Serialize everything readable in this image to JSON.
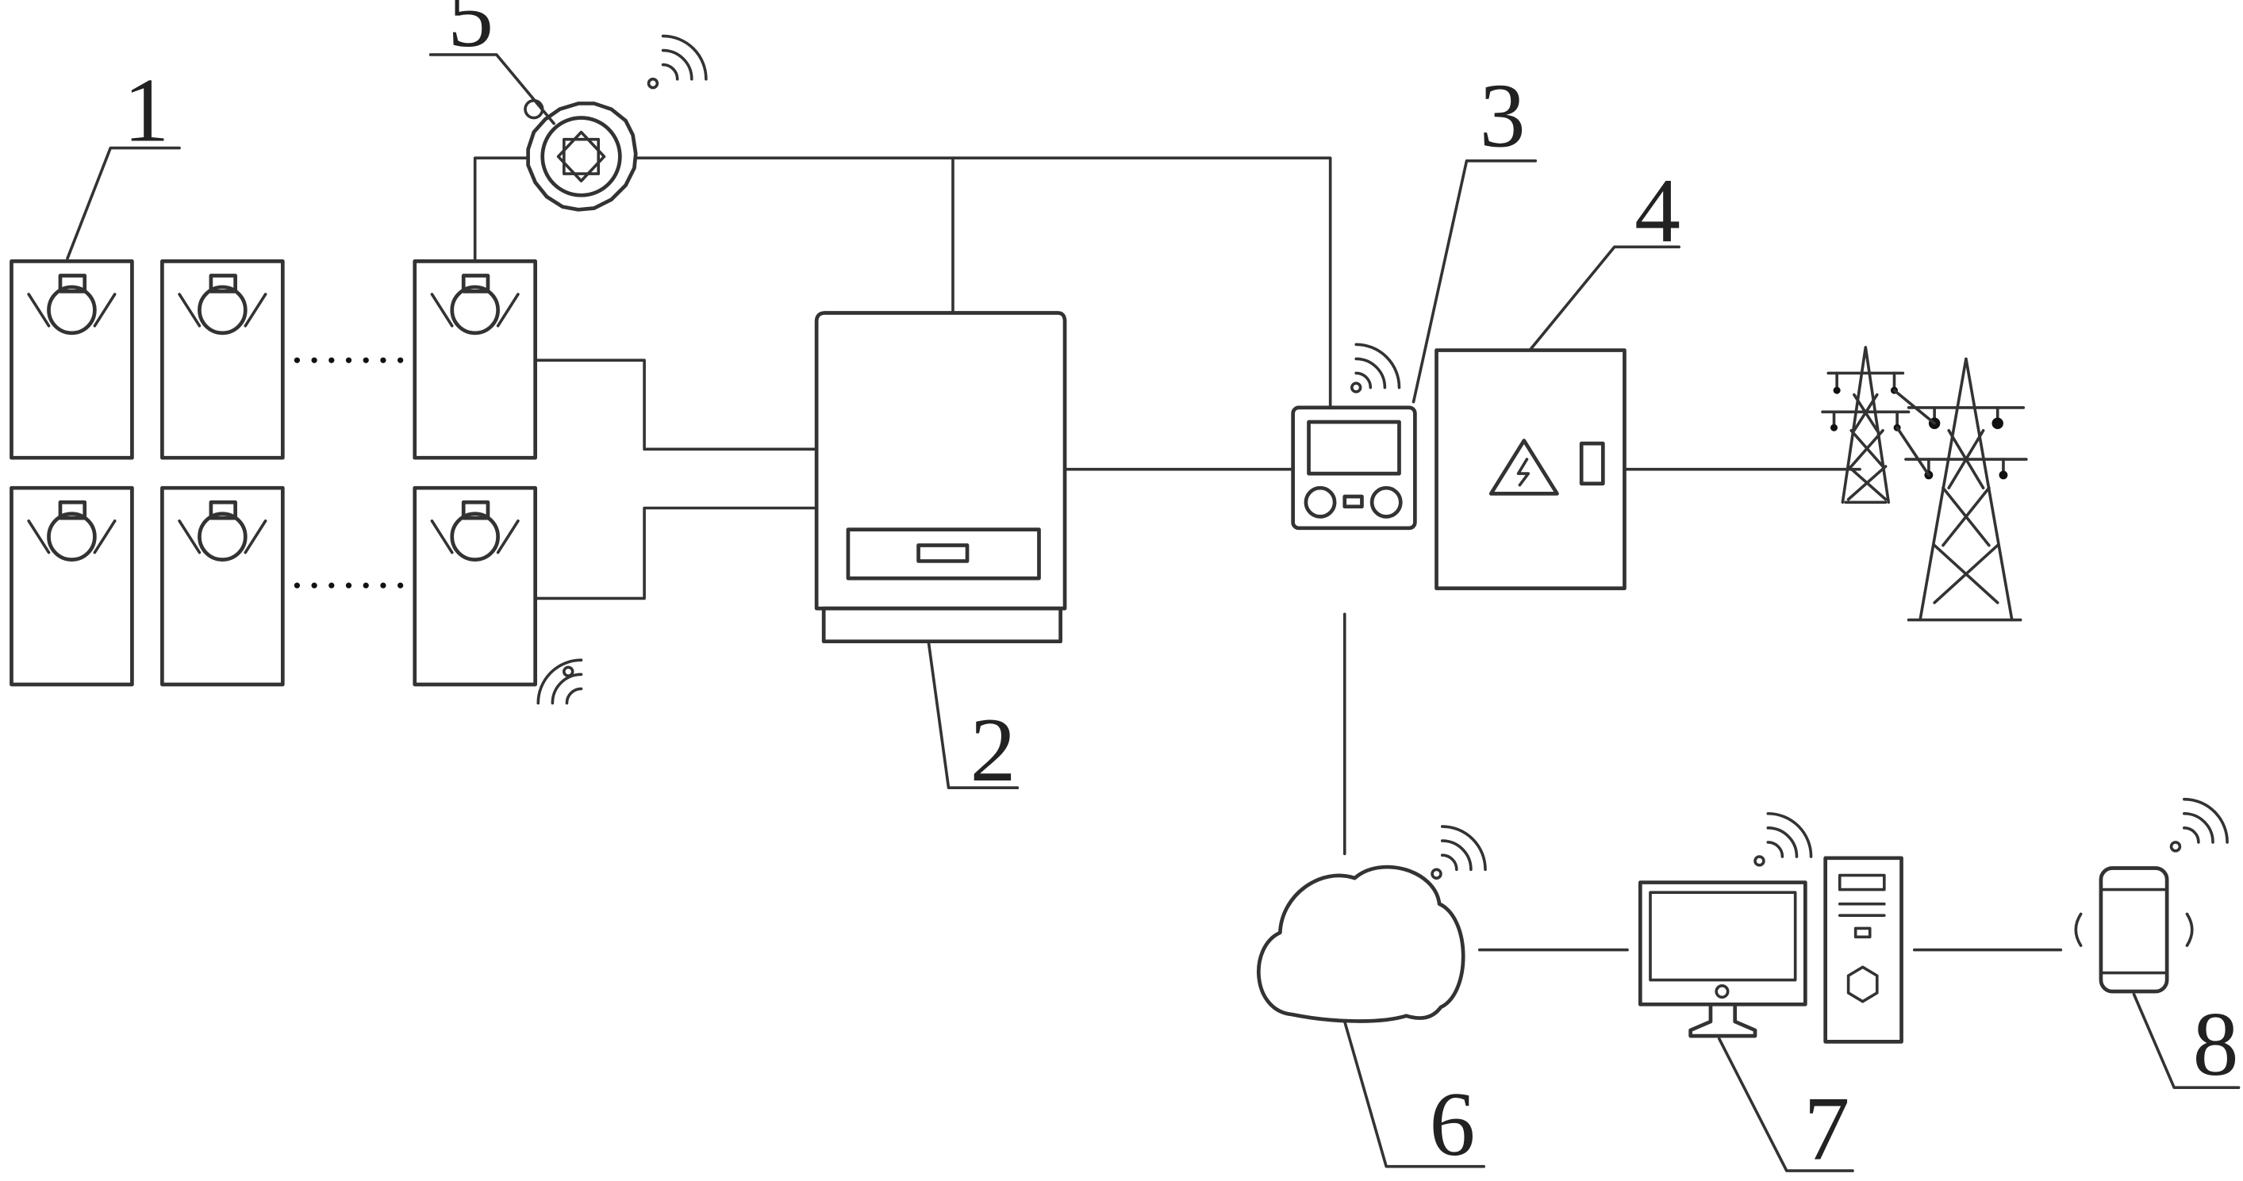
{
  "diagram": {
    "labels": {
      "pv_modules": "1",
      "inverter": "2",
      "meter": "3",
      "grid_cabinet": "4",
      "monitor_device": "5",
      "cloud": "6",
      "computer": "7",
      "phone": "8"
    },
    "icons": [
      "solar-panel-icon",
      "inverter-icon",
      "energy-meter-icon",
      "distribution-cabinet-icon",
      "transmission-tower-icon",
      "cloud-icon",
      "computer-icon",
      "mobile-phone-icon",
      "wireless-signal-icon",
      "high-voltage-warning-icon"
    ],
    "colors": {
      "line": "#333333",
      "background": "#ffffff"
    }
  }
}
